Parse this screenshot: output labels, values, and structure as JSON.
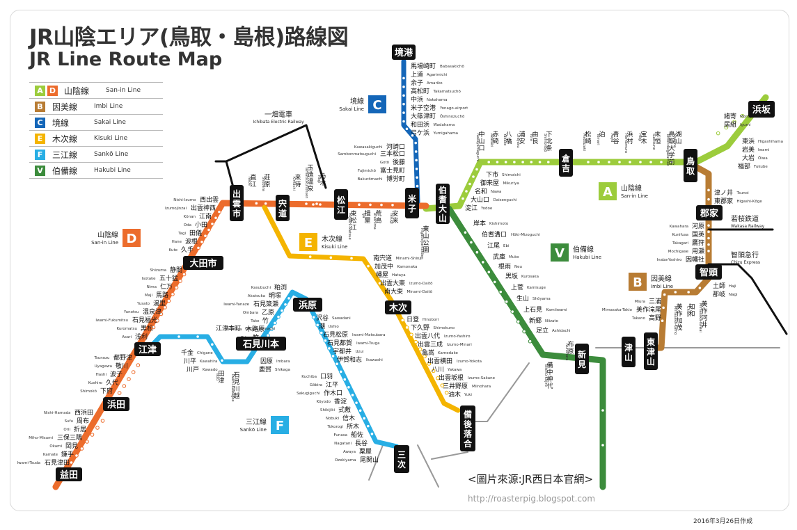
{
  "title_jp": "JR山陰エリア(鳥取・島根)路線図",
  "title_en": "JR Line Route Map",
  "colors": {
    "sanin_a": "#9ccc3c",
    "sanin_d": "#ec6c2c",
    "imbi": "#b87c34",
    "sakai": "#1466b8",
    "kisuki": "#f4b400",
    "sanko": "#28aee4",
    "hakubi": "#3c8c3c",
    "black": "#111111",
    "gray": "#999999"
  },
  "legend": [
    {
      "letters": [
        "A",
        "D"
      ],
      "jp": "山陰線",
      "en": "San-in Line"
    },
    {
      "letters": [
        "B"
      ],
      "jp": "因美線",
      "en": "Imbi Line"
    },
    {
      "letters": [
        "C"
      ],
      "jp": "境線",
      "en": "Sakai Line"
    },
    {
      "letters": [
        "E"
      ],
      "jp": "木次線",
      "en": "Kisuki Line"
    },
    {
      "letters": [
        "F"
      ],
      "jp": "三江線",
      "en": "Sankō Line"
    },
    {
      "letters": [
        "V"
      ],
      "jp": "伯備線",
      "en": "Hakubi Line"
    }
  ],
  "line_badges": [
    {
      "letter": "A",
      "jp": "山陰線",
      "en": "San-in Line"
    },
    {
      "letter": "B",
      "jp": "因美線",
      "en": "Imbi Line"
    },
    {
      "letter": "C",
      "jp": "境線",
      "en": "Sakai Line"
    },
    {
      "letter": "D",
      "jp": "山陰線",
      "en": "San-in Line"
    },
    {
      "letter": "E",
      "jp": "木次線",
      "en": "Kisuki Line"
    },
    {
      "letter": "F",
      "jp": "三江線",
      "en": "Sankō Line"
    },
    {
      "letter": "V",
      "jp": "伯備線",
      "en": "Hakubi Line"
    }
  ],
  "private_lines": [
    {
      "jp": "一畑電車",
      "en": "Ichibata Electric Railway"
    },
    {
      "jp": "若桜鉄道",
      "en": "Wakasa Railway"
    },
    {
      "jp": "智頭急行",
      "en": "Chizu Express"
    }
  ],
  "major_stations": [
    "境港",
    "浜坂",
    "鳥取",
    "倉吉",
    "米子",
    "伯耆大山",
    "松江",
    "宍道",
    "出雲市",
    "郡家",
    "智頭",
    "大田市",
    "江津",
    "石見川本",
    "浜原",
    "木次",
    "新見",
    "津山",
    "東津山",
    "備後落合",
    "三次",
    "浜田",
    "益田"
  ],
  "stations": [
    {
      "jp": "馬場崎町",
      "en": "Babasakichō"
    },
    {
      "jp": "上道",
      "en": "Agarimichi"
    },
    {
      "jp": "余子",
      "en": "Amariko"
    },
    {
      "jp": "高松町",
      "en": "Takamatsuchō"
    },
    {
      "jp": "中浜",
      "en": "Nakahama"
    },
    {
      "jp": "米子空港",
      "en": "Yonago-airport"
    },
    {
      "jp": "大篠津町",
      "en": "Ōshinozuchō"
    },
    {
      "jp": "和田浜",
      "en": "Wadahama"
    },
    {
      "jp": "弓ケ浜",
      "en": "Yumigahama"
    },
    {
      "jp": "河崎口",
      "en": "Kawasakiguchi"
    },
    {
      "jp": "三本松口",
      "en": "Sambonmatsuguchi"
    },
    {
      "jp": "後藤",
      "en": "Gotō"
    },
    {
      "jp": "富士見町",
      "en": "Fujimichō"
    },
    {
      "jp": "博労町",
      "en": "Bakurōmachi"
    },
    {
      "jp": "東浜",
      "en": "Higashihama"
    },
    {
      "jp": "居組",
      "en": "Igumi"
    },
    {
      "jp": "諸寄",
      "en": "Moroyose"
    },
    {
      "jp": "岩美",
      "en": "Iwami"
    },
    {
      "jp": "大岩",
      "en": "Ōiwa"
    },
    {
      "jp": "福部",
      "en": "Fukube"
    },
    {
      "jp": "中山口",
      "en": "Nakayamaguchi"
    },
    {
      "jp": "赤碕",
      "en": "Akasaki"
    },
    {
      "jp": "八橋",
      "en": "Yabase"
    },
    {
      "jp": "浦安",
      "en": "Urayasu"
    },
    {
      "jp": "由良",
      "en": "Yura"
    },
    {
      "jp": "下北条",
      "en": "Shimohōjō"
    },
    {
      "jp": "松崎",
      "en": "Matsuzaki"
    },
    {
      "jp": "泊",
      "en": "Tomari"
    },
    {
      "jp": "青谷",
      "en": "Aoya"
    },
    {
      "jp": "浜村",
      "en": "Hamamura"
    },
    {
      "jp": "宝木",
      "en": "Hōgi"
    },
    {
      "jp": "末恒",
      "en": "Suetsune"
    },
    {
      "jp": "鳥取大学前",
      "en": "Tottoridaigakumae"
    },
    {
      "jp": "湖山",
      "en": "Koyama"
    },
    {
      "jp": "下市",
      "en": "Shimoichi"
    },
    {
      "jp": "御来屋",
      "en": "Mikuriya"
    },
    {
      "jp": "名和",
      "en": "Nawa"
    },
    {
      "jp": "大山口",
      "en": "Daisenguchi"
    },
    {
      "jp": "淀江",
      "en": "Yodoe"
    },
    {
      "jp": "東山公園",
      "en": "Higashiyamakōen"
    },
    {
      "jp": "安来",
      "en": "Yasugi"
    },
    {
      "jp": "荒島",
      "en": "Arashima"
    },
    {
      "jp": "揖屋",
      "en": "Iya"
    },
    {
      "jp": "東松江",
      "en": "Higashi-Matsue"
    },
    {
      "jp": "乃木",
      "en": "Nogi"
    },
    {
      "jp": "玉造温泉",
      "en": "Tamatsukurionsen"
    },
    {
      "jp": "来待",
      "en": "Kimachi"
    },
    {
      "jp": "荘原",
      "en": "Shōbara"
    },
    {
      "jp": "直江",
      "en": "Naoe"
    },
    {
      "jp": "西出雲",
      "en": "Nishi-Izumo"
    },
    {
      "jp": "出雲神西",
      "en": "Izumojinzai"
    },
    {
      "jp": "江南",
      "en": "Kōnan"
    },
    {
      "jp": "小田",
      "en": "Oda"
    },
    {
      "jp": "田儀",
      "en": "Tagi"
    },
    {
      "jp": "波根",
      "en": "Hane"
    },
    {
      "jp": "久手",
      "en": "Kute"
    },
    {
      "jp": "静間",
      "en": "Shizuma"
    },
    {
      "jp": "五十猛",
      "en": "Isotake"
    },
    {
      "jp": "仁万",
      "en": "Nima"
    },
    {
      "jp": "馬路",
      "en": "Maji"
    },
    {
      "jp": "湯里",
      "en": "Yusato"
    },
    {
      "jp": "温泉津",
      "en": "Yunotsu"
    },
    {
      "jp": "石見福光",
      "en": "Iwami-Fukumitsu"
    },
    {
      "jp": "黒松",
      "en": "Kuromatsu"
    },
    {
      "jp": "浅利",
      "en": "Asari"
    },
    {
      "jp": "都野津",
      "en": "Tsunozu"
    },
    {
      "jp": "敬川",
      "en": "Uyagawa"
    },
    {
      "jp": "波子",
      "en": "Hashi"
    },
    {
      "jp": "久代",
      "en": "Kushiro"
    },
    {
      "jp": "下府",
      "en": "Shimokō"
    },
    {
      "jp": "西浜田",
      "en": "Nishi-Hamada"
    },
    {
      "jp": "周布",
      "en": "Sufu"
    },
    {
      "jp": "折居",
      "en": "Orii"
    },
    {
      "jp": "三保三隅",
      "en": "Miho-Misumi"
    },
    {
      "jp": "岡見",
      "en": "Okami"
    },
    {
      "jp": "鎌手",
      "en": "Kamate"
    },
    {
      "jp": "石見津田",
      "en": "Iwami-Tsuda"
    },
    {
      "jp": "千金",
      "en": "Chigane"
    },
    {
      "jp": "川平",
      "en": "Kawahira"
    },
    {
      "jp": "川戸",
      "en": "Kawado"
    },
    {
      "jp": "江津本町",
      "en": "Gōtsuhonmachi"
    },
    {
      "jp": "田津",
      "en": "Tazu"
    },
    {
      "jp": "石見川越",
      "en": "Iwami-Kawagoe"
    },
    {
      "jp": "鹿賀",
      "en": "Shikaga"
    },
    {
      "jp": "因原",
      "en": "Imbara"
    },
    {
      "jp": "石見簗瀬",
      "en": "Iwami-Yanaze"
    },
    {
      "jp": "明塚",
      "en": "Akatsuka"
    },
    {
      "jp": "粕渕",
      "en": "Kasubuchi"
    },
    {
      "jp": "乙原",
      "en": "Ombara"
    },
    {
      "jp": "竹",
      "en": "Take"
    },
    {
      "jp": "木路原",
      "en": "Kirohara"
    },
    {
      "jp": "竹",
      "en": "Take"
    },
    {
      "jp": "沢谷",
      "en": "Sawadani"
    },
    {
      "jp": "潮",
      "en": "Ushio"
    },
    {
      "jp": "石見松原",
      "en": "Iwami-Matsubara"
    },
    {
      "jp": "石見都賀",
      "en": "Iwami-Tsuga"
    },
    {
      "jp": "宇都井",
      "en": "Uzui"
    },
    {
      "jp": "伊賀和志",
      "en": "Ikawashi"
    },
    {
      "jp": "口羽",
      "en": "Kuchiba"
    },
    {
      "jp": "江平",
      "en": "Gōbira"
    },
    {
      "jp": "作木口",
      "en": "Sakugiguchi"
    },
    {
      "jp": "香淀",
      "en": "Kōyodo"
    },
    {
      "jp": "式敷",
      "en": "Shikijiki"
    },
    {
      "jp": "信木",
      "en": "Nobuki"
    },
    {
      "jp": "所木",
      "en": "Tokorogi"
    },
    {
      "jp": "船佐",
      "en": "Funasa"
    },
    {
      "jp": "長谷",
      "en": "Nagatani"
    },
    {
      "jp": "粟屋",
      "en": "Awaya"
    },
    {
      "jp": "尾関山",
      "en": "Ozekiyama"
    },
    {
      "jp": "南宍道",
      "en": "Minami-Shinji"
    },
    {
      "jp": "加茂中",
      "en": "Kamonaka"
    },
    {
      "jp": "幡屋",
      "en": "Hataya"
    },
    {
      "jp": "出雲大東",
      "en": "Izumo-Daitō"
    },
    {
      "jp": "南大東",
      "en": "Minami-Daitō"
    },
    {
      "jp": "日登",
      "en": "Hinobori"
    },
    {
      "jp": "下久野",
      "en": "Shimokuno"
    },
    {
      "jp": "出雲八代",
      "en": "Izumo-Yashiro"
    },
    {
      "jp": "出雲三成",
      "en": "Izumo-Minari"
    },
    {
      "jp": "亀嵩",
      "en": "Kamedake"
    },
    {
      "jp": "出雲横田",
      "en": "Izumo-Yokota"
    },
    {
      "jp": "八川",
      "en": "Yakawa"
    },
    {
      "jp": "出雲坂根",
      "en": "Izumo-Sakane"
    },
    {
      "jp": "三井野原",
      "en": "Miinohara"
    },
    {
      "jp": "油木",
      "en": "Yuki"
    },
    {
      "jp": "岸本",
      "en": "Kishimoto"
    },
    {
      "jp": "伯耆溝口",
      "en": "Hōki-Mizoguchi"
    },
    {
      "jp": "江尾",
      "en": "Ebi"
    },
    {
      "jp": "武庫",
      "en": "Muko"
    },
    {
      "jp": "根雨",
      "en": "Neu"
    },
    {
      "jp": "黒坂",
      "en": "Kurosaka"
    },
    {
      "jp": "上菅",
      "en": "Kamisuge"
    },
    {
      "jp": "生山",
      "en": "Shōyama"
    },
    {
      "jp": "上石見",
      "en": "Kamiiwami"
    },
    {
      "jp": "新郷",
      "en": "Niizato"
    },
    {
      "jp": "足立",
      "en": "Ashidachi"
    },
    {
      "jp": "布原",
      "en": "Nunohara"
    },
    {
      "jp": "備中神代",
      "en": "Bitchū-Kōjiro"
    },
    {
      "jp": "津ノ井",
      "en": "Tsunoi"
    },
    {
      "jp": "東郡家",
      "en": "Higashi-Kōge"
    },
    {
      "jp": "河原",
      "en": "Kawahara"
    },
    {
      "jp": "国英",
      "en": "Kunifusa"
    },
    {
      "jp": "鷹狩",
      "en": "Takagari"
    },
    {
      "jp": "用瀬",
      "en": "Mochigase"
    },
    {
      "jp": "因幡社",
      "en": "Inaba-Yashiro"
    },
    {
      "jp": "土師",
      "en": "Haji"
    },
    {
      "jp": "那岐",
      "en": "Nagi"
    },
    {
      "jp": "三浦",
      "en": "Miura"
    },
    {
      "jp": "美作河井",
      "en": "Mimasaka-Kawai"
    },
    {
      "jp": "知和",
      "en": "Chiwa"
    },
    {
      "jp": "美作加茂",
      "en": "Mimasaka-Kamo"
    },
    {
      "jp": "美作滝尾",
      "en": "Mimasaka-Takio"
    },
    {
      "jp": "高野",
      "en": "Takano"
    }
  ],
  "credit": "<圖片來源:JR西日本官網>",
  "blog": "http://roasterpig.blogspot.com",
  "date": "2016年3月26日作成"
}
